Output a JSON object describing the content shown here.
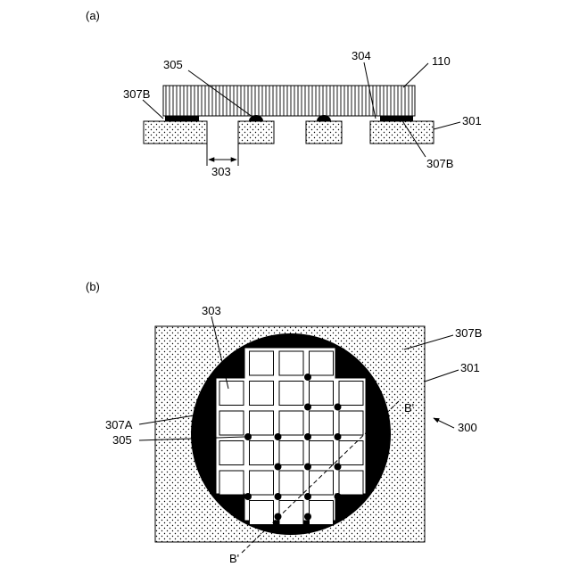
{
  "panel_a": {
    "label": "(a)",
    "ref_305": "305",
    "ref_304": "304",
    "ref_110": "110",
    "ref_307B_left": "307B",
    "ref_301": "301",
    "ref_303": "303",
    "ref_307B_right": "307B"
  },
  "panel_b": {
    "label": "(b)",
    "ref_303": "303",
    "ref_307B": "307B",
    "ref_301": "301",
    "ref_307A": "307A",
    "ref_305": "305",
    "ref_300": "300",
    "ref_Bprime_top": "B'",
    "ref_Bprime_bottom": "B'"
  },
  "colors": {
    "ink": "#000000",
    "paper": "#ffffff"
  }
}
